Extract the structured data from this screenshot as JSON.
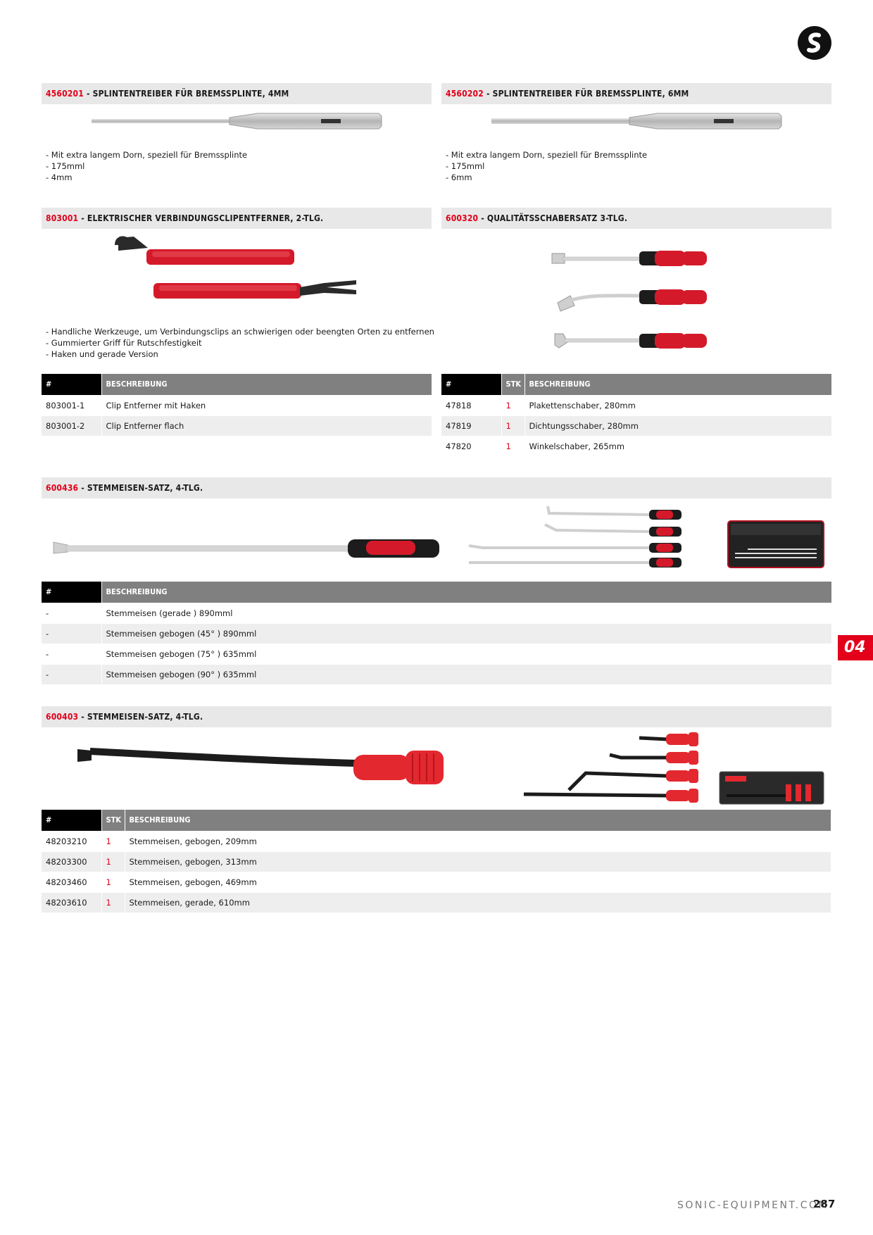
{
  "side_tab": "04",
  "footer": {
    "site": "SONIC-EQUIPMENT.COM",
    "page": "287"
  },
  "sections": [
    {
      "code": "4560201",
      "sep": " - ",
      "title": "SPLINTENTREIBER FÜR BREMSSPLINTE, 4MM",
      "bullets": [
        "- Mit extra langem Dorn, speziell für Bremssplinte",
        "- 175mml",
        "- 4mm"
      ]
    },
    {
      "code": "4560202",
      "sep": " - ",
      "title": "SPLINTENTREIBER FÜR BREMSSPLINTE, 6MM",
      "bullets": [
        "- Mit extra langem Dorn, speziell für Bremssplinte",
        "- 175mml",
        "- 6mm"
      ]
    },
    {
      "code": "803001",
      "sep": " - ",
      "title": "ELEKTRISCHER VERBINDUNGSCLIPENTFERNER, 2-TLG.",
      "bullets": [
        "- Handliche Werkzeuge, um Verbindungsclips an schwierigen oder beengten Orten zu entfernen",
        "- Gummierter Griff für Rutschfestigkeit",
        "- Haken und gerade Version"
      ],
      "table": {
        "headers": [
          "#",
          "BESCHREIBUNG"
        ],
        "rows": [
          [
            "803001-1",
            "Clip Entferner mit Haken"
          ],
          [
            "803001-2",
            "Clip Entferner flach"
          ]
        ]
      }
    },
    {
      "code": "600320",
      "sep": " - ",
      "title": "QUALITÄTSSCHABERSATZ 3-TLG.",
      "table": {
        "headers": [
          "#",
          "STK",
          "BESCHREIBUNG"
        ],
        "rows": [
          [
            "47818",
            "1",
            "Plakettenschaber, 280mm"
          ],
          [
            "47819",
            "1",
            "Dichtungsschaber, 280mm"
          ],
          [
            "47820",
            "1",
            "Winkelschaber, 265mm"
          ]
        ]
      }
    },
    {
      "code": "600436",
      "sep": " - ",
      "title": "STEMMEISEN-SATZ, 4-TLG.",
      "table": {
        "headers": [
          "#",
          "BESCHREIBUNG"
        ],
        "rows": [
          [
            "-",
            "Stemmeisen (gerade ) 890mml"
          ],
          [
            "-",
            "Stemmeisen gebogen (45° ) 890mml"
          ],
          [
            "-",
            "Stemmeisen gebogen (75° ) 635mml"
          ],
          [
            "-",
            "Stemmeisen gebogen (90° ) 635mml"
          ]
        ]
      }
    },
    {
      "code": "600403",
      "sep": " - ",
      "title": "STEMMEISEN-SATZ, 4-TLG.",
      "table": {
        "headers": [
          "#",
          "STK",
          "BESCHREIBUNG"
        ],
        "rows": [
          [
            "48203210",
            "1",
            "Stemmeisen, gebogen, 209mm"
          ],
          [
            "48203300",
            "1",
            "Stemmeisen, gebogen, 313mm"
          ],
          [
            "48203460",
            "1",
            "Stemmeisen, gebogen, 469mm"
          ],
          [
            "48203610",
            "1",
            "Stemmeisen, gerade, 610mm"
          ]
        ]
      }
    }
  ],
  "colors": {
    "accent": "#e2001a",
    "header_bg": "#e8e8e8",
    "table_head": "#808080",
    "row_alt": "#eeeeee"
  },
  "icons": [
    "sonic-logo-icon"
  ]
}
